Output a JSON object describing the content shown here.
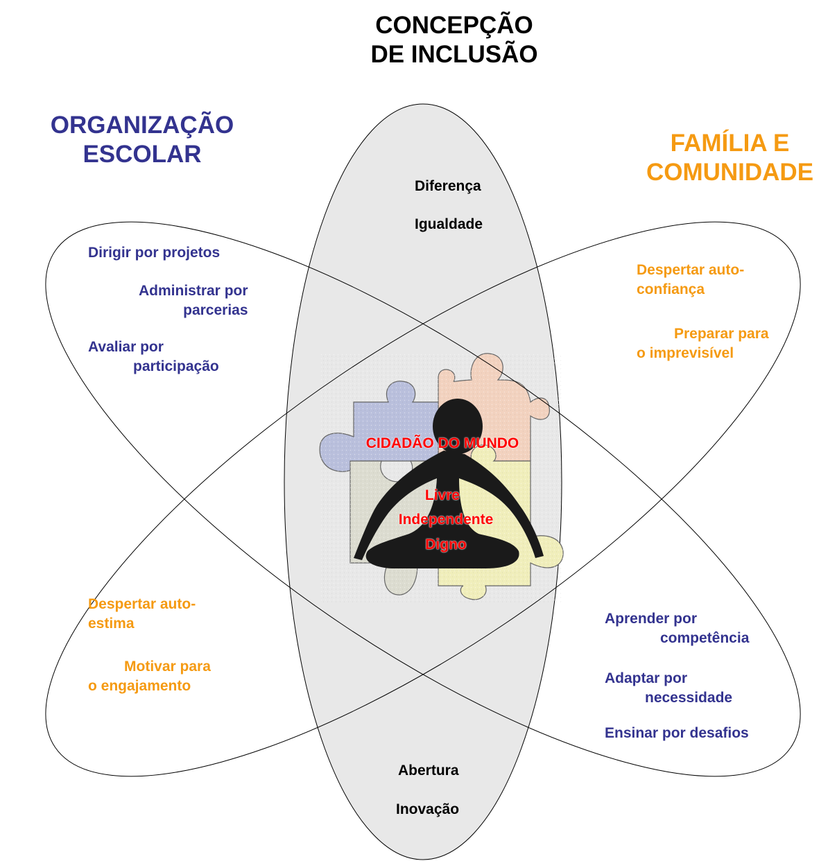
{
  "title": {
    "line1": "CONCEPÇÃO",
    "line2": "DE INCLUSÃO"
  },
  "left_group": {
    "heading": {
      "line1": "ORGANIZAÇÃO",
      "line2": "ESCOLAR"
    },
    "items": [
      {
        "line1": "Dirigir por projetos"
      },
      {
        "line1": "Administrar por",
        "line2": "parcerias"
      },
      {
        "line1": "Avaliar por",
        "line2": "participação"
      }
    ]
  },
  "right_group": {
    "heading": {
      "line1": "FAMÍLIA E",
      "line2": "COMUNIDADE"
    },
    "items": [
      {
        "line1": "Despertar auto-",
        "line2": "confiança"
      },
      {
        "line1": "Preparar para",
        "line2": "o imprevisível"
      }
    ]
  },
  "bottom_left_items": [
    {
      "line1": "Despertar auto-",
      "line2": "estima"
    },
    {
      "line1": "Motivar para",
      "line2": "o engajamento"
    }
  ],
  "bottom_right_items": [
    {
      "line1": "Aprender por",
      "line2": "competência"
    },
    {
      "line1": "Adaptar por",
      "line2": "necessidade"
    },
    {
      "line1": "Ensinar por desafios"
    }
  ],
  "center_top": {
    "word1": "Diferença",
    "word2": "Igualdade"
  },
  "center_bottom": {
    "word1": "Abertura",
    "word2": "Inovação"
  },
  "core": {
    "heading": "CIDADÃO DO MUNDO",
    "words": [
      "Livre",
      "Independente",
      "Digno"
    ]
  },
  "colors": {
    "blue_text": "#33338f",
    "orange_text": "#f59a12",
    "core_text": "#ff0000",
    "ellipse_fill": "#e8e8e8",
    "puzzle_blue": "#b9bfdc",
    "puzzle_peach": "#f2d2bf",
    "puzzle_grey": "#dcdcd0",
    "puzzle_yellow": "#f0eebb",
    "figure": "#1a1a1a"
  },
  "icons": [
    "puzzle-pieces-image",
    "meditating-person-silhouette"
  ]
}
